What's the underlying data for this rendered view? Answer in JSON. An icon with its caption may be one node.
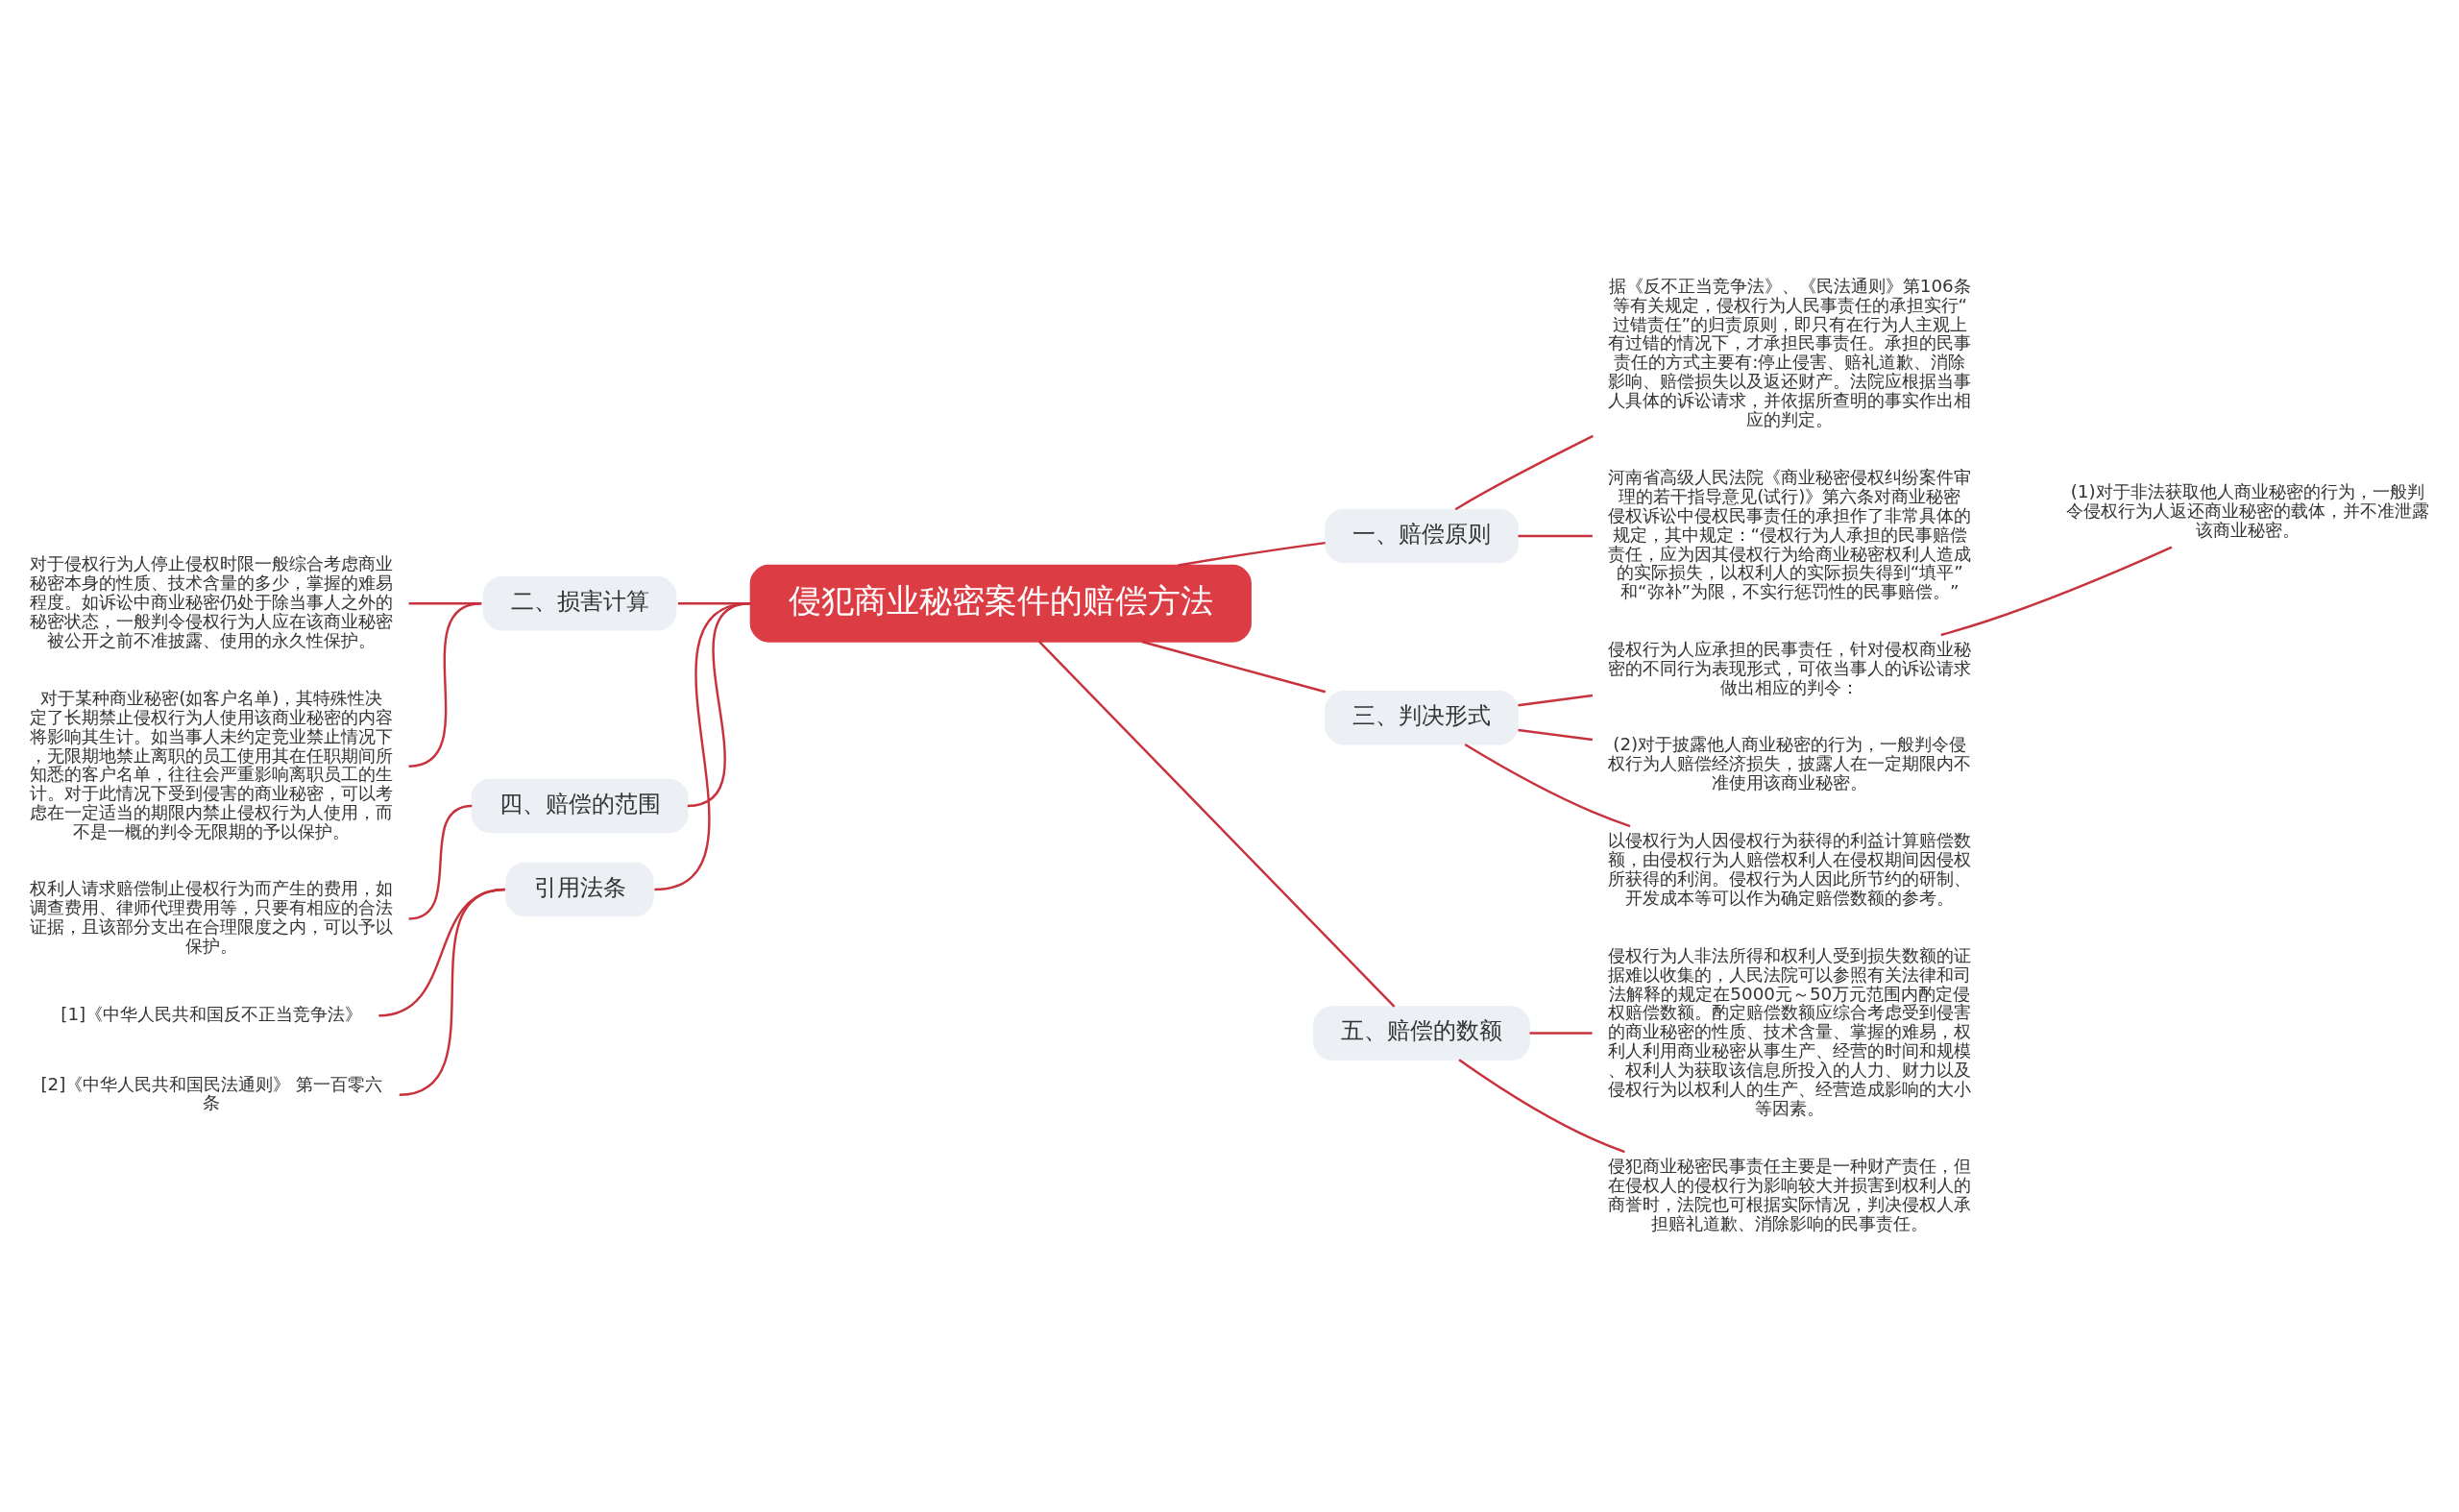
{
  "diagram": {
    "nodes": [
      {
        "text": [
          "侵犯商业秘密案件的赔偿方法"
        ]
      },
      {
        "text": [
          "一、赔偿原则"
        ]
      },
      {
        "text": [
          "据《反不正当竞争法》、《民法通则》第106条等有关规定，侵权行为人民事责任的承担实行“过错责任”的归责原则，即只有在行为人主观上有过错的情况下，才承担民事责任。承担的民事责任的方式主要有:停止侵害、赔礼道歉、消除影响、赔偿损失以及返还财产。法院应根据当事人具体的诉讼请求，并依据所查明的事实作出相应的判定。"
        ]
      },
      {
        "text": [
          "河南省高级人民法院《商业秘密侵权纠纷案件审理的若干指导意见(试行)》第六条对商业秘密侵权诉讼中侵权民事责任的承担作了非常具体的规定，其中规定：“侵权行为人承担的民事赔偿责任，应为因其侵权行为给商业秘密权利人造成的实际损失，以权利人的实际损失得到“填平”和“弥补”为限，不实行惩罚性的民事赔偿。”"
        ]
      },
      {
        "text": [
          "二、损害计算"
        ]
      },
      {
        "text": [
          "对于侵权行为人停止侵权时限一般综合考虑商业秘密本身的性质、技术含量的多少，掌握的难易程度。如诉讼中商业秘密仍处于除当事人之外的秘密状态，一般判令侵权行为人应在该商业秘密被公开之前不准披露、使用的永久性保护。"
        ]
      },
      {
        "text": [
          "对于某种商业秘密(如客户名单)，其特殊性决定了长期禁止侵权行为人使用该商业秘密的内容将影响其生计。如当事人未约定竞业禁止情况下，无限期地禁止离职的员工使用其在任职期间所知悉的客户名单，往往会严重影响离职员工的生计。对于此情况下受到侵害的商业秘密，可以考虑在一定适当的期限内禁止侵权行为人使用，而不是一概的判令无限期的予以保护。"
        ]
      },
      {
        "text": [
          "三、判决形式"
        ]
      },
      {
        "text": [
          "侵权行为人应承担的民事责任，针对侵权商业秘密的不同行为表现形式，可依当事人的诉讼请求做出相应的判令："
        ]
      },
      {
        "text": [
          "(1)对于非法获取他人商业秘密的行为，一般判令侵权行为人返还商业秘密的载体，并不准泄露该商业秘密。"
        ]
      },
      {
        "text": [
          "(2)对于披露他人商业秘密的行为，一般判令侵权行为人赔偿经济损失，披露人在一定期限内不准使用该商业秘密。"
        ]
      },
      {
        "text": [
          "以侵权行为人因侵权行为获得的利益计算赔偿数额，由侵权行为人赔偿权利人在侵权期间因侵权所获得的利润。侵权行为人因此所节约的研制、开发成本等可以作为确定赔偿数额的参考。"
        ]
      },
      {
        "text": [
          "四、赔偿的范围"
        ]
      },
      {
        "text": [
          "权利人请求赔偿制止侵权行为而产生的费用，如调查费用、律师代理费用等，只要有相应的合法证据，且该部分支出在合理限度之内，可以予以保护。"
        ]
      },
      {
        "text": [
          "引用法条"
        ]
      },
      {
        "text": [
          "[1]《中华人民共和国反不正当竞争法》"
        ]
      },
      {
        "text": [
          "[2]《中华人民共和国民法通则》 第一百零六条"
        ]
      },
      {
        "text": [
          "五、赔偿的数额"
        ]
      },
      {
        "text": [
          "侵权行为人非法所得和权利人受到损失数额的证据难以收集的，人民法院可以参照有关法律和司法解释的规定在5000元～50万元范围内酌定侵权赔偿数额。酌定赔偿数额应综合考虑受到侵害的商业秘密的性质、技术含量、掌握的难易，权利人利用商业秘密从事生产、经营的时间和规模、权利人为获取该信息所投入的人力、财力以及侵权行为以权利人的生产、经营造成影响的大小等因素。"
        ]
      },
      {
        "text": [
          "侵犯商业秘密民事责任主要是一种财产责任，但在侵权人的侵权行为影响较大并损害到权利人的商誉时，法院也可根据实际情况，判决侵权人承担赔礼道歉、消除影响的民事责任。"
        ]
      }
    ],
    "edges": [
      {
        "from": 0,
        "to": 1,
        "arrow": "none"
      },
      {
        "from": 1,
        "to": 2,
        "arrow": "none"
      },
      {
        "from": 1,
        "to": 3,
        "arrow": "none"
      },
      {
        "from": 0,
        "to": 4,
        "arrow": "none"
      },
      {
        "from": 4,
        "to": 5,
        "arrow": "none"
      },
      {
        "from": 4,
        "to": 6,
        "arrow": "none"
      },
      {
        "from": 0,
        "to": 7,
        "arrow": "none"
      },
      {
        "from": 7,
        "to": 8,
        "arrow": "none"
      },
      {
        "from": 8,
        "to": 9,
        "arrow": "none"
      },
      {
        "from": 7,
        "to": 10,
        "arrow": "none"
      },
      {
        "from": 7,
        "to": 11,
        "arrow": "none"
      },
      {
        "from": 0,
        "to": 12,
        "arrow": "none"
      },
      {
        "from": 12,
        "to": 13,
        "arrow": "none"
      },
      {
        "from": 0,
        "to": 14,
        "arrow": "none"
      },
      {
        "from": 14,
        "to": 15,
        "arrow": "none"
      },
      {
        "from": 14,
        "to": 16,
        "arrow": "none"
      },
      {
        "from": 0,
        "to": 17,
        "arrow": "none"
      },
      {
        "from": 17,
        "to": 18,
        "arrow": "none"
      },
      {
        "from": 17,
        "to": 19,
        "arrow": "none"
      }
    ]
  }
}
